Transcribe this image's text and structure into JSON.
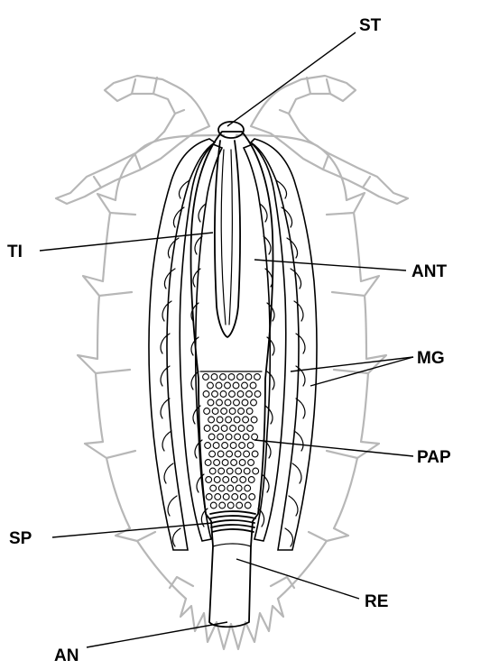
{
  "labels": {
    "st": "ST",
    "ti": "TI",
    "ant": "ANT",
    "mg": "MG",
    "pap": "PAP",
    "sp": "SP",
    "re": "RE",
    "an": "AN"
  }
}
